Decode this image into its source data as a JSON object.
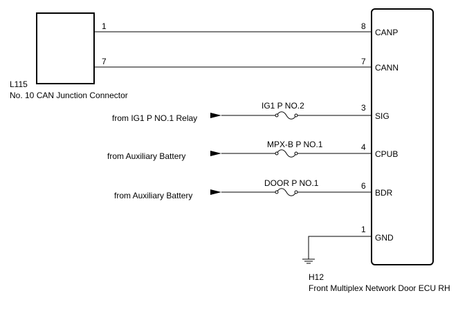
{
  "left_connector": {
    "id": "L115",
    "name": "No. 10 CAN Junction Connector"
  },
  "ecu": {
    "id": "H12",
    "name": "Front Multiplex Network Door ECU RH"
  },
  "can_lines": [
    {
      "left_pin": "1",
      "right_pin": "8",
      "signal": "CANP"
    },
    {
      "left_pin": "7",
      "right_pin": "7",
      "signal": "CANN"
    }
  ],
  "fused_lines": [
    {
      "source": "from IG1 P NO.1 Relay",
      "fuse": "IG1 P NO.2",
      "pin": "3",
      "signal": "SIG"
    },
    {
      "source": "from Auxiliary Battery",
      "fuse": "MPX-B P NO.1",
      "pin": "4",
      "signal": "CPUB"
    },
    {
      "source": "from Auxiliary Battery",
      "fuse": "DOOR P NO.1",
      "pin": "6",
      "signal": "BDR"
    }
  ],
  "ground_line": {
    "pin": "1",
    "signal": "GND"
  }
}
